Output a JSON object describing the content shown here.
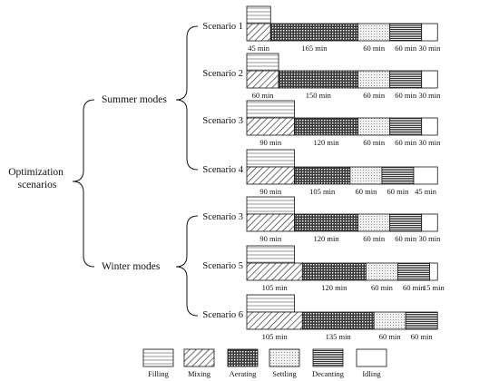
{
  "root": {
    "label_lines": [
      "Optimization",
      "scenarios"
    ]
  },
  "modes": [
    {
      "label": "Summer modes"
    },
    {
      "label": "Winter modes"
    }
  ],
  "phases": [
    {
      "key": "filling",
      "label": "Filling",
      "pattern": "horizontal-lines"
    },
    {
      "key": "mixing",
      "label": "Mixing",
      "pattern": "diagonal-lines"
    },
    {
      "key": "aerating",
      "label": "Aerating",
      "pattern": "dark-crosshatch"
    },
    {
      "key": "settling",
      "label": "Settling",
      "pattern": "light-dots"
    },
    {
      "key": "decanting",
      "label": "Decanting",
      "pattern": "dense-horizontal-lines"
    },
    {
      "key": "idling",
      "label": "Idling",
      "pattern": "blank"
    }
  ],
  "scenarios": [
    {
      "label": "Scenario 1",
      "mode": "Summer modes",
      "filling": "",
      "mixing": "45 min",
      "aerating": "165 min",
      "settling": "60 min",
      "decanting": "60 min",
      "idling": "30 min",
      "durations": {
        "filling": 45,
        "mixing": 45,
        "aerating": 165,
        "settling": 60,
        "decanting": 60,
        "idling": 30
      }
    },
    {
      "label": "Scenario 2",
      "mode": "Summer modes",
      "filling": "",
      "mixing": "60 min",
      "aerating": "150 min",
      "settling": "60 min",
      "decanting": "60 min",
      "idling": "30 min",
      "durations": {
        "filling": 60,
        "mixing": 60,
        "aerating": 150,
        "settling": 60,
        "decanting": 60,
        "idling": 30
      }
    },
    {
      "label": "Scenario 3",
      "mode": "Summer modes",
      "filling": "",
      "mixing": "90 min",
      "aerating": "120 min",
      "settling": "60 min",
      "decanting": "60 min",
      "idling": "30 min",
      "durations": {
        "filling": 90,
        "mixing": 90,
        "aerating": 120,
        "settling": 60,
        "decanting": 60,
        "idling": 30
      }
    },
    {
      "label": "Scenario 4",
      "mode": "Summer modes",
      "filling": "",
      "mixing": "90 min",
      "aerating": "105 min",
      "settling": "60 min",
      "decanting": "60 min",
      "idling": "45 min",
      "durations": {
        "filling": 90,
        "mixing": 90,
        "aerating": 105,
        "settling": 60,
        "decanting": 60,
        "idling": 45
      }
    },
    {
      "label": "Scenario 3",
      "mode": "Winter modes",
      "filling": "",
      "mixing": "90 min",
      "aerating": "120 min",
      "settling": "60 min",
      "decanting": "60 min",
      "idling": "30 min",
      "durations": {
        "filling": 90,
        "mixing": 90,
        "aerating": 120,
        "settling": 60,
        "decanting": 60,
        "idling": 30
      }
    },
    {
      "label": "Scenario 5",
      "mode": "Winter modes",
      "filling": "",
      "mixing": "105 min",
      "aerating": "120 min",
      "settling": "60 min",
      "decanting": "60 min",
      "idling": "15 min",
      "durations": {
        "filling": 90,
        "mixing": 105,
        "aerating": 120,
        "settling": 60,
        "decanting": 60,
        "idling": 15
      }
    },
    {
      "label": "Scenario 6",
      "mode": "Winter modes",
      "filling": "",
      "mixing": "105 min",
      "aerating": "135 min",
      "settling": "60 min",
      "decanting": "60 min",
      "idling": "",
      "durations": {
        "filling": 90,
        "mixing": 105,
        "aerating": 135,
        "settling": 60,
        "decanting": 60,
        "idling": 0
      }
    }
  ]
}
